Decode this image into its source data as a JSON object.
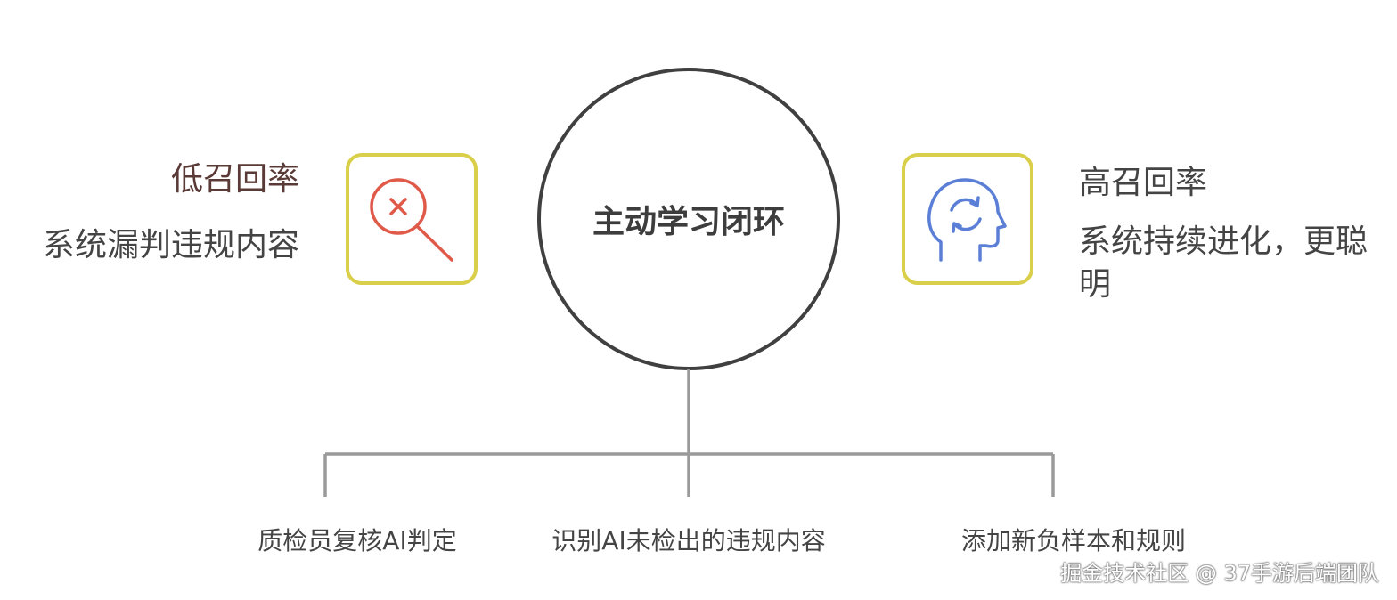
{
  "center": {
    "title": "主动学习闭环"
  },
  "left": {
    "title": "低召回率",
    "description": "系统漏判违规内容",
    "icon": "magnifier-x-icon",
    "icon_color": "#e05a4a",
    "box_color": "#d9cf4a"
  },
  "right": {
    "title": "高召回率",
    "description": "系统持续进化，更聪明",
    "icon": "head-cycle-icon",
    "icon_color": "#5b7fd6",
    "box_color": "#d9cf4a"
  },
  "branches": [
    {
      "label": "质检员复核AI判定"
    },
    {
      "label": "识别AI未检出的违规内容"
    },
    {
      "label": "添加新负样本和规则"
    }
  ],
  "watermark": "掘金技术社区 @ 37手游后端团队",
  "colors": {
    "circle_stroke": "#404040",
    "connector": "#9a9a9a"
  }
}
